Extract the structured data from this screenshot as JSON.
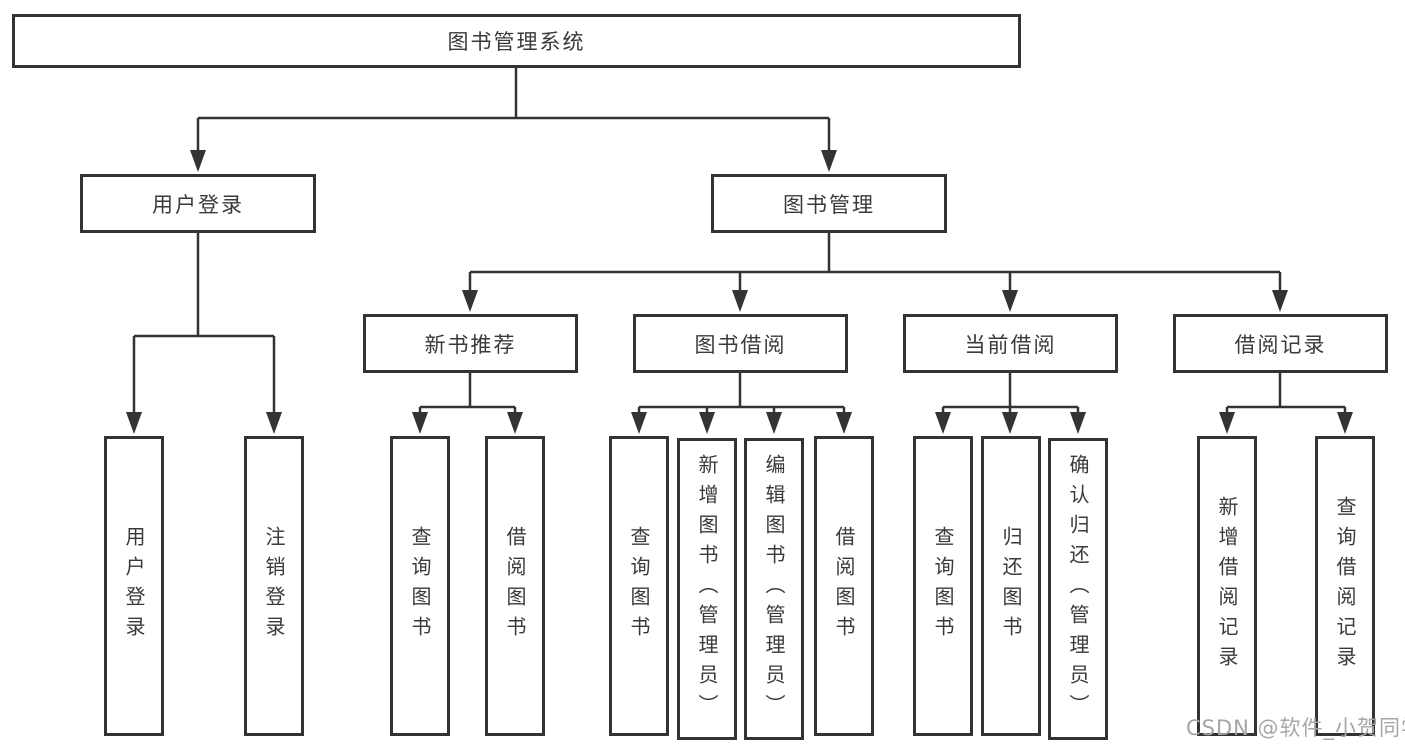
{
  "diagram": {
    "title": "图书管理系统",
    "level2": [
      {
        "label": "用户登录",
        "children": [
          {
            "label": "用户登录"
          },
          {
            "label": "注销登录"
          }
        ]
      },
      {
        "label": "图书管理",
        "children": [
          {
            "label": "新书推荐",
            "children": [
              {
                "label": "查询图书"
              },
              {
                "label": "借阅图书"
              }
            ]
          },
          {
            "label": "图书借阅",
            "children": [
              {
                "label": "查询图书"
              },
              {
                "label": "新增图书（管理员）"
              },
              {
                "label": "编辑图书（管理员）"
              },
              {
                "label": "借阅图书"
              }
            ]
          },
          {
            "label": "当前借阅",
            "children": [
              {
                "label": "查询图书"
              },
              {
                "label": "归还图书"
              },
              {
                "label": "确认归还（管理员）"
              }
            ]
          },
          {
            "label": "借阅记录",
            "children": [
              {
                "label": "新增借阅记录"
              },
              {
                "label": "查询借阅记录"
              }
            ]
          }
        ]
      }
    ]
  },
  "watermark": {
    "text": "CSDN @软件_小贺同学"
  },
  "colors": {
    "line": "#333333",
    "text": "#3a3a3a",
    "background": "#ffffff",
    "watermark": "#a6a6a6"
  }
}
